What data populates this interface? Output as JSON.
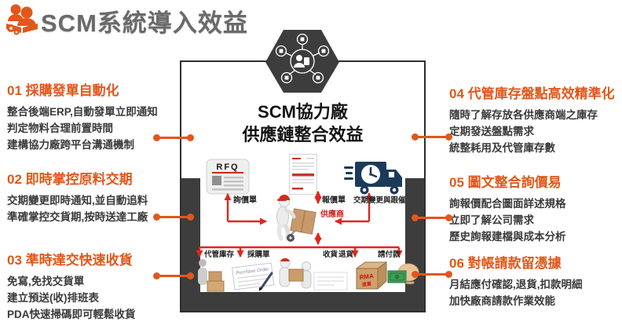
{
  "header": {
    "title": "SCM系統導入效益"
  },
  "colors": {
    "accent_orange": "#E2571B",
    "arrow_red": "#E0261C",
    "monitor_dark": "#3D3D3D",
    "truck_navy": "#1B3A5A",
    "title_gray": "#6A6A6A",
    "body_text": "#3A3A3A"
  },
  "monitor": {
    "hexagon_icon": "supply-chain-network-icon",
    "title_line1": "SCM協力廠",
    "title_line2": "供應鏈整合效益",
    "flow": {
      "rfq_text": "RFQ",
      "inquiry_label": "詢價單",
      "quote_label": "報價單",
      "delivery_label": "交期變更與跟催",
      "supplier_label": "供應商",
      "consigned_label": "代管庫存",
      "po_label": "採購單",
      "po_doc_text": "Purchase Order",
      "receive_label": "收貨",
      "return_label": "退貨",
      "rma_text": "RMA",
      "pay_label": "請付款"
    }
  },
  "benefits": [
    {
      "num": "01",
      "title": "採購發單自動化",
      "lines": [
        "整合後端ERP,自動發單立即通知",
        "判定物料合理前置時間",
        "建構協力廠跨平台溝通機制"
      ]
    },
    {
      "num": "02",
      "title": "即時掌控原料交期",
      "lines": [
        "交期變更即時通知,並自動追料",
        "準確掌控交貨期,按時送達工廠"
      ]
    },
    {
      "num": "03",
      "title": "準時達交快速收貨",
      "lines": [
        "免寫,免找交貨單",
        "建立預送(收)排班表",
        "PDA快速掃碼即可輕鬆收貨"
      ]
    },
    {
      "num": "04",
      "title": "代管庫存盤點高效精準化",
      "lines": [
        "隨時了解存放各供應商端之庫存",
        "定期發送盤點需求",
        "統整耗用及代管庫存數"
      ]
    },
    {
      "num": "05",
      "title": "圖文整合詢價易",
      "lines": [
        "詢報價配合圖面詳述規格",
        "立即了解公司需求",
        "歷史詢報建檔與成本分析"
      ]
    },
    {
      "num": "06",
      "title": "對帳請款留憑據",
      "lines": [
        "月結應付確認,退貨,扣款明細",
        "加快廠商請款作業效能"
      ]
    }
  ]
}
